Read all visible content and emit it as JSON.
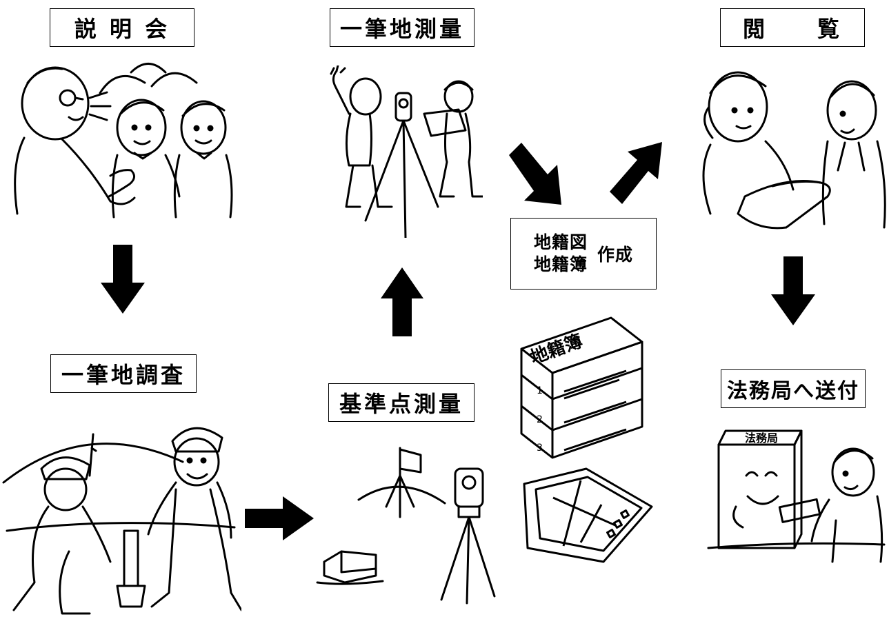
{
  "steps": {
    "briefing": "説 明 会",
    "parcel_survey": "一筆地測量",
    "viewing": "閲　　覧",
    "parcel_investigation": "一筆地調査",
    "control_point_survey": "基準点測量",
    "send_to_legal_bureau": "法務局へ送付"
  },
  "creation": {
    "line1": "地籍図",
    "line2": "地籍簿",
    "action": "作成"
  },
  "illustrations": {
    "book_cover": "地籍簿",
    "book_spines": [
      "1",
      "2",
      "3"
    ],
    "office_sign": "法務局"
  }
}
